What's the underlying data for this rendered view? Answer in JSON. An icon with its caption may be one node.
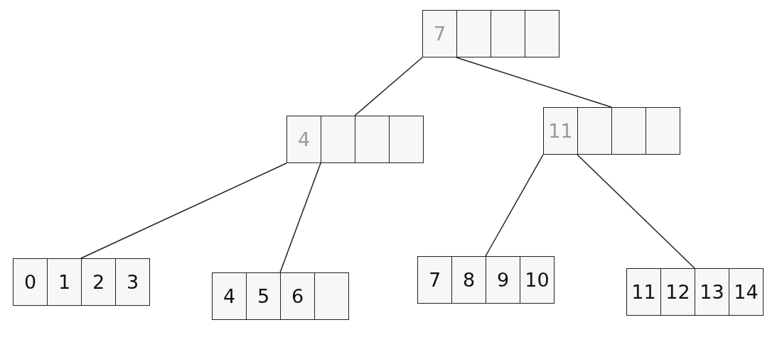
{
  "diagram": {
    "nodes": [
      {
        "text": [
          "7"
        ]
      },
      {
        "text": [
          "4"
        ]
      },
      {
        "text": [
          "11"
        ]
      },
      {
        "text": [
          "0",
          "1",
          "2",
          "3"
        ]
      },
      {
        "text": [
          "4",
          "5",
          "6"
        ]
      },
      {
        "text": [
          "7",
          "8",
          "9",
          "10"
        ]
      },
      {
        "text": [
          "11",
          "12",
          "13",
          "14"
        ]
      }
    ],
    "edges": [
      {
        "from": 0,
        "to": 1,
        "arrow": "none"
      },
      {
        "from": 0,
        "to": 2,
        "arrow": "none"
      },
      {
        "from": 1,
        "to": 3,
        "arrow": "none"
      },
      {
        "from": 1,
        "to": 4,
        "arrow": "none"
      },
      {
        "from": 2,
        "to": 5,
        "arrow": "none"
      },
      {
        "from": 2,
        "to": 6,
        "arrow": "none"
      }
    ]
  }
}
